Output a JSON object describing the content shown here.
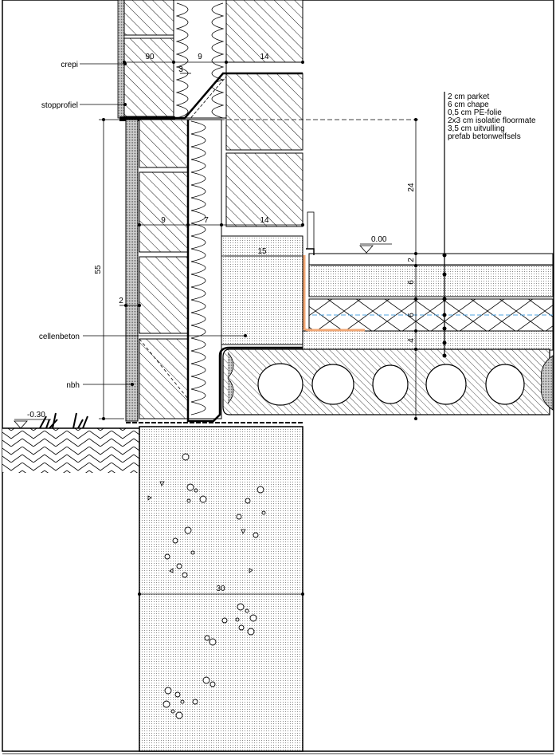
{
  "labels": {
    "crepi": "crepi",
    "stopprofiel": "stopprofiel",
    "cellenbeton": "cellenbeton",
    "nbh": "nbh"
  },
  "levels": {
    "floor": "0.00",
    "ground": "-0.30"
  },
  "dimensions": {
    "upper_wall": [
      "90",
      "9",
      "14"
    ],
    "upper_gap": "3",
    "lower_wall": [
      "9",
      "7",
      "14"
    ],
    "height_55": "55",
    "crepi_2": "2",
    "height_24": "24",
    "bearing_15": "15",
    "foundation_30": "30",
    "floor_layers": [
      "2",
      "6",
      "6",
      "4"
    ]
  },
  "floor_buildup": [
    "2 cm parket",
    "6 cm chape",
    "0,5 cm PE-folie",
    "2x3 cm isolatie floormate",
    "3,5 cm uitvulling",
    "prefab betonwelfsels"
  ],
  "colors": {
    "line": "#000000",
    "dotted_fill": "#e9e9e9",
    "membrane_orange": "#f2a774",
    "blue_dash": "#4da3e0"
  }
}
